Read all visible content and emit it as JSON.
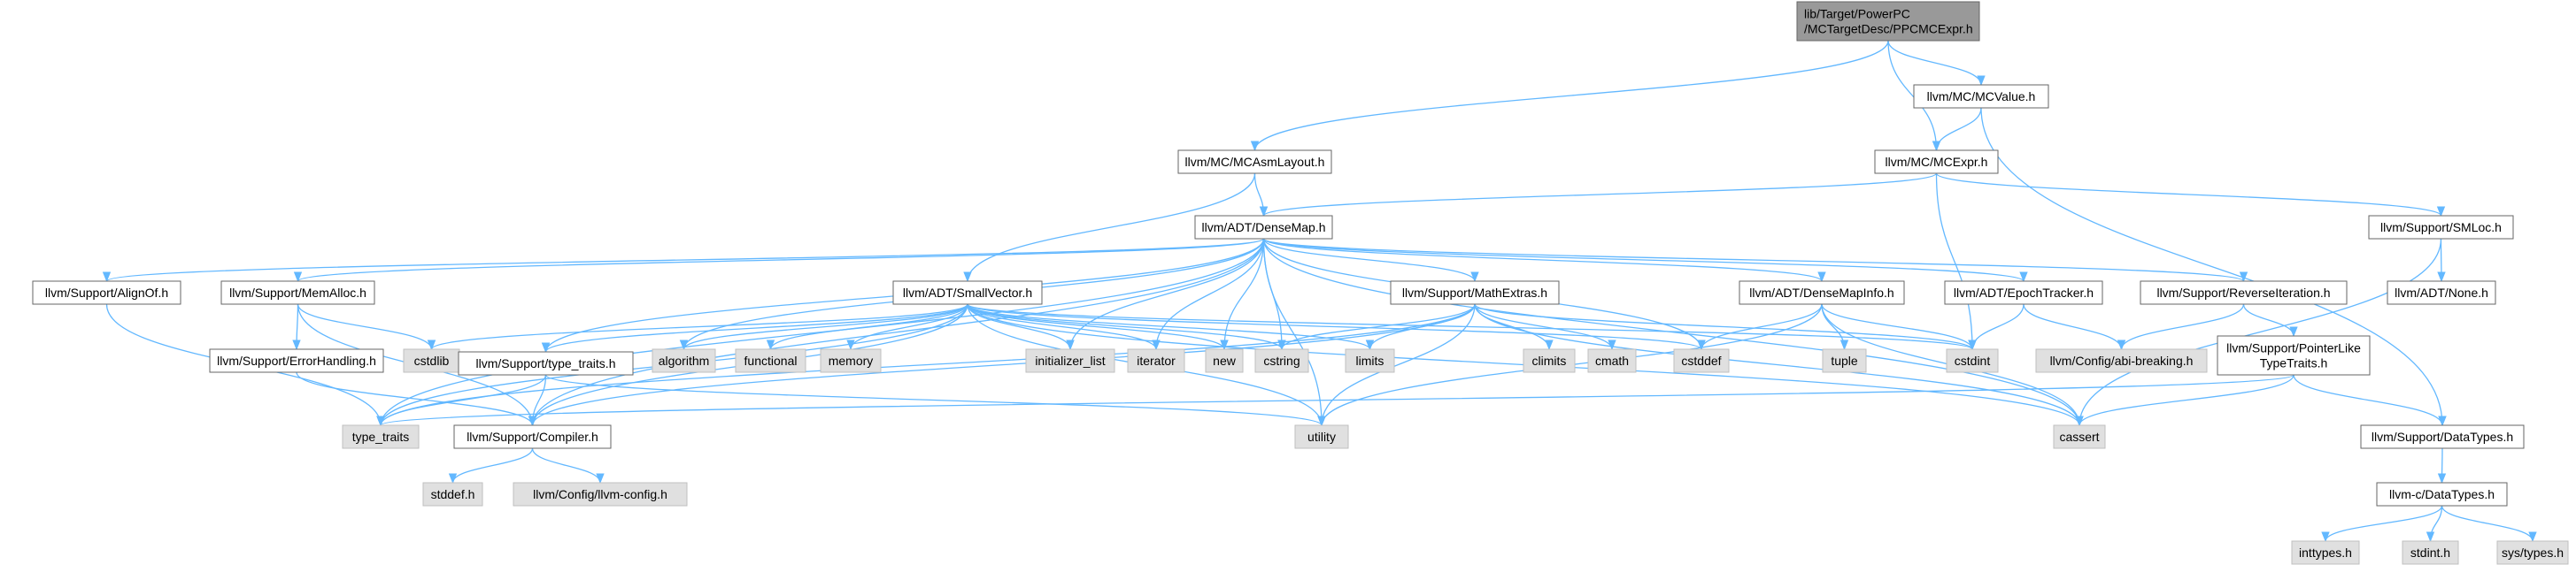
{
  "colors": {
    "edge": "#63b8ff",
    "border": "#666666",
    "fill_file": "#ffffff",
    "fill_system": "#e0e0e0",
    "fill_root": "#999999",
    "text": "#000000"
  },
  "nodes": [
    {
      "id": "root",
      "lines": [
        "lib/Target/PowerPC",
        "/MCTargetDesc/PPCMCExpr.h"
      ],
      "kind": "root"
    },
    {
      "id": "mcvalue",
      "lines": [
        "llvm/MC/MCValue.h"
      ],
      "kind": "file"
    },
    {
      "id": "mcasmlayout",
      "lines": [
        "llvm/MC/MCAsmLayout.h"
      ],
      "kind": "file"
    },
    {
      "id": "mcexpr",
      "lines": [
        "llvm/MC/MCExpr.h"
      ],
      "kind": "file"
    },
    {
      "id": "densemap",
      "lines": [
        "llvm/ADT/DenseMap.h"
      ],
      "kind": "file"
    },
    {
      "id": "smloc",
      "lines": [
        "llvm/Support/SMLoc.h"
      ],
      "kind": "file"
    },
    {
      "id": "none",
      "lines": [
        "llvm/ADT/None.h"
      ],
      "kind": "file"
    },
    {
      "id": "alignof",
      "lines": [
        "llvm/Support/AlignOf.h"
      ],
      "kind": "file"
    },
    {
      "id": "memalloc",
      "lines": [
        "llvm/Support/MemAlloc.h"
      ],
      "kind": "file"
    },
    {
      "id": "smallvector",
      "lines": [
        "llvm/ADT/SmallVector.h"
      ],
      "kind": "file"
    },
    {
      "id": "mathextras",
      "lines": [
        "llvm/Support/MathExtras.h"
      ],
      "kind": "file"
    },
    {
      "id": "densemapinfo",
      "lines": [
        "llvm/ADT/DenseMapInfo.h"
      ],
      "kind": "file"
    },
    {
      "id": "epochtracker",
      "lines": [
        "llvm/ADT/EpochTracker.h"
      ],
      "kind": "file"
    },
    {
      "id": "reverseiteration",
      "lines": [
        "llvm/Support/ReverseIteration.h"
      ],
      "kind": "file"
    },
    {
      "id": "errorhandling",
      "lines": [
        "llvm/Support/ErrorHandling.h"
      ],
      "kind": "file"
    },
    {
      "id": "cstdlib",
      "lines": [
        "cstdlib"
      ],
      "kind": "system"
    },
    {
      "id": "typetraits_h",
      "lines": [
        "llvm/Support/type_traits.h"
      ],
      "kind": "file"
    },
    {
      "id": "algorithm",
      "lines": [
        "algorithm"
      ],
      "kind": "system"
    },
    {
      "id": "functional",
      "lines": [
        "functional"
      ],
      "kind": "system"
    },
    {
      "id": "memory",
      "lines": [
        "memory"
      ],
      "kind": "system"
    },
    {
      "id": "initializer_list",
      "lines": [
        "initializer_list"
      ],
      "kind": "system"
    },
    {
      "id": "iterator",
      "lines": [
        "iterator"
      ],
      "kind": "system"
    },
    {
      "id": "new",
      "lines": [
        "new"
      ],
      "kind": "system"
    },
    {
      "id": "cstring",
      "lines": [
        "cstring"
      ],
      "kind": "system"
    },
    {
      "id": "limits",
      "lines": [
        "limits"
      ],
      "kind": "system"
    },
    {
      "id": "climits",
      "lines": [
        "climits"
      ],
      "kind": "system"
    },
    {
      "id": "cmath",
      "lines": [
        "cmath"
      ],
      "kind": "system"
    },
    {
      "id": "cstddef",
      "lines": [
        "cstddef"
      ],
      "kind": "system"
    },
    {
      "id": "tuple",
      "lines": [
        "tuple"
      ],
      "kind": "system"
    },
    {
      "id": "cstdint",
      "lines": [
        "cstdint"
      ],
      "kind": "system"
    },
    {
      "id": "abibreaking",
      "lines": [
        "llvm/Config/abi-breaking.h"
      ],
      "kind": "system"
    },
    {
      "id": "pointerlike",
      "lines": [
        "llvm/Support/PointerLike",
        "TypeTraits.h"
      ],
      "kind": "file"
    },
    {
      "id": "type_traits",
      "lines": [
        "type_traits"
      ],
      "kind": "system"
    },
    {
      "id": "compiler",
      "lines": [
        "llvm/Support/Compiler.h"
      ],
      "kind": "file"
    },
    {
      "id": "utility",
      "lines": [
        "utility"
      ],
      "kind": "system"
    },
    {
      "id": "cassert",
      "lines": [
        "cassert"
      ],
      "kind": "system"
    },
    {
      "id": "datatypes_h",
      "lines": [
        "llvm/Support/DataTypes.h"
      ],
      "kind": "file"
    },
    {
      "id": "stddef",
      "lines": [
        "stddef.h"
      ],
      "kind": "system"
    },
    {
      "id": "llvmconfig",
      "lines": [
        "llvm/Config/llvm-config.h"
      ],
      "kind": "system"
    },
    {
      "id": "cdatatypes",
      "lines": [
        "llvm-c/DataTypes.h"
      ],
      "kind": "file"
    },
    {
      "id": "inttypes",
      "lines": [
        "inttypes.h"
      ],
      "kind": "system"
    },
    {
      "id": "stdint",
      "lines": [
        "stdint.h"
      ],
      "kind": "system"
    },
    {
      "id": "systypes",
      "lines": [
        "sys/types.h"
      ],
      "kind": "system"
    }
  ],
  "edges": [
    [
      "root",
      "mcasmlayout"
    ],
    [
      "root",
      "mcexpr"
    ],
    [
      "root",
      "mcvalue"
    ],
    [
      "mcvalue",
      "mcexpr"
    ],
    [
      "mcvalue",
      "datatypes_h"
    ],
    [
      "mcasmlayout",
      "densemap"
    ],
    [
      "mcasmlayout",
      "smallvector"
    ],
    [
      "mcexpr",
      "densemap"
    ],
    [
      "mcexpr",
      "smloc"
    ],
    [
      "mcexpr",
      "cstdint"
    ],
    [
      "smloc",
      "none"
    ],
    [
      "smloc",
      "cassert"
    ],
    [
      "densemap",
      "alignof"
    ],
    [
      "densemap",
      "memalloc"
    ],
    [
      "densemap",
      "typetraits_h"
    ],
    [
      "densemap",
      "compiler"
    ],
    [
      "densemap",
      "type_traits"
    ],
    [
      "densemap",
      "algorithm"
    ],
    [
      "densemap",
      "initializer_list"
    ],
    [
      "densemap",
      "iterator"
    ],
    [
      "densemap",
      "new"
    ],
    [
      "densemap",
      "cstring"
    ],
    [
      "densemap",
      "mathextras"
    ],
    [
      "densemap",
      "utility"
    ],
    [
      "densemap",
      "cstddef"
    ],
    [
      "densemap",
      "densemapinfo"
    ],
    [
      "densemap",
      "epochtracker"
    ],
    [
      "densemap",
      "reverseiteration"
    ],
    [
      "densemap",
      "cassert"
    ],
    [
      "alignof",
      "type_traits"
    ],
    [
      "memalloc",
      "cstdlib"
    ],
    [
      "memalloc",
      "errorhandling"
    ],
    [
      "memalloc",
      "compiler"
    ],
    [
      "errorhandling",
      "compiler"
    ],
    [
      "smallvector",
      "cstdlib"
    ],
    [
      "smallvector",
      "typetraits_h"
    ],
    [
      "smallvector",
      "compiler"
    ],
    [
      "smallvector",
      "type_traits"
    ],
    [
      "smallvector",
      "algorithm"
    ],
    [
      "smallvector",
      "functional"
    ],
    [
      "smallvector",
      "memory"
    ],
    [
      "smallvector",
      "initializer_list"
    ],
    [
      "smallvector",
      "iterator"
    ],
    [
      "smallvector",
      "new"
    ],
    [
      "smallvector",
      "cstring"
    ],
    [
      "smallvector",
      "limits"
    ],
    [
      "smallvector",
      "cstddef"
    ],
    [
      "smallvector",
      "cstdint"
    ],
    [
      "smallvector",
      "utility"
    ],
    [
      "smallvector",
      "cassert"
    ],
    [
      "typetraits_h",
      "type_traits"
    ],
    [
      "typetraits_h",
      "compiler"
    ],
    [
      "typetraits_h",
      "utility"
    ],
    [
      "mathextras",
      "cstring"
    ],
    [
      "mathextras",
      "limits"
    ],
    [
      "mathextras",
      "climits"
    ],
    [
      "mathextras",
      "cmath"
    ],
    [
      "mathextras",
      "cstdint"
    ],
    [
      "mathextras",
      "type_traits"
    ],
    [
      "mathextras",
      "compiler"
    ],
    [
      "mathextras",
      "utility"
    ],
    [
      "mathextras",
      "cassert"
    ],
    [
      "densemapinfo",
      "cstddef"
    ],
    [
      "densemapinfo",
      "tuple"
    ],
    [
      "densemapinfo",
      "cstdint"
    ],
    [
      "densemapinfo",
      "utility"
    ],
    [
      "densemapinfo",
      "cassert"
    ],
    [
      "epochtracker",
      "cstdint"
    ],
    [
      "epochtracker",
      "abibreaking"
    ],
    [
      "reverseiteration",
      "abibreaking"
    ],
    [
      "reverseiteration",
      "pointerlike"
    ],
    [
      "pointerlike",
      "type_traits"
    ],
    [
      "pointerlike",
      "cassert"
    ],
    [
      "pointerlike",
      "datatypes_h"
    ],
    [
      "compiler",
      "stddef"
    ],
    [
      "compiler",
      "llvmconfig"
    ],
    [
      "datatypes_h",
      "cdatatypes"
    ],
    [
      "cdatatypes",
      "inttypes"
    ],
    [
      "cdatatypes",
      "stdint"
    ],
    [
      "cdatatypes",
      "systypes"
    ]
  ]
}
